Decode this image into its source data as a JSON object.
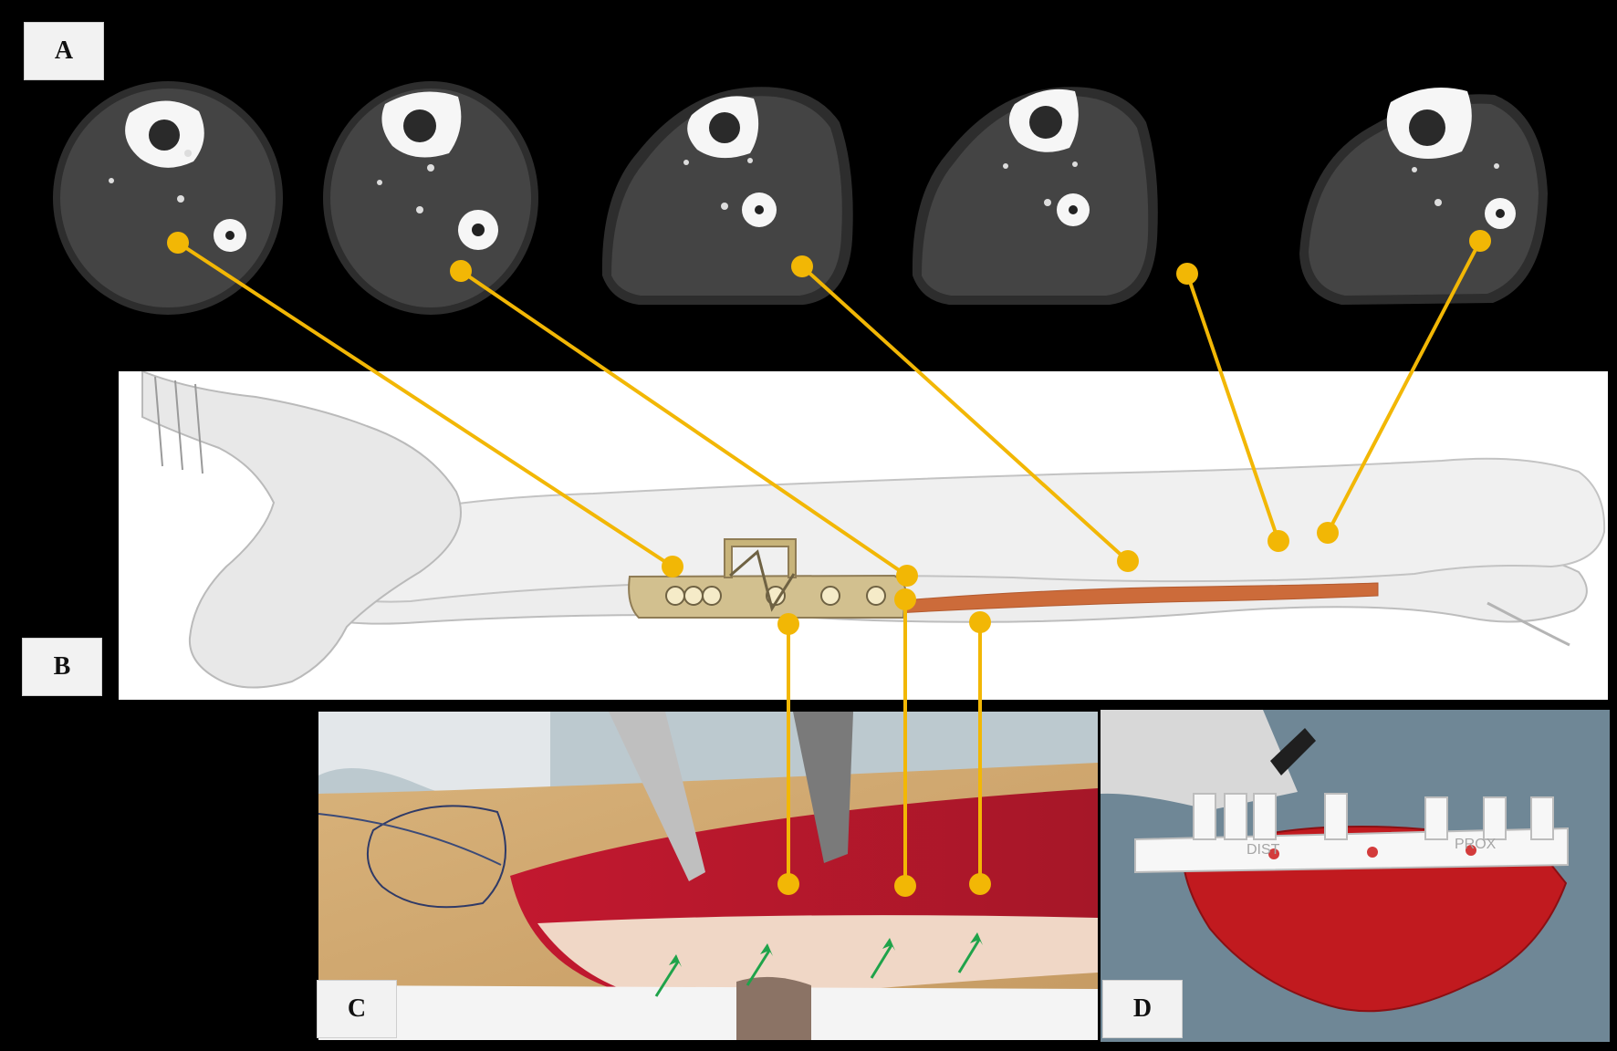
{
  "labels": {
    "a": "A",
    "b": "B",
    "c": "C",
    "d": "D"
  },
  "colors": {
    "connector": "#f2b705",
    "arrow": "#1fa34a",
    "bone": "#e9e9e9",
    "plate": "#d2c08f",
    "graft": "#cc6b3a",
    "flesh": "#bf1e2d"
  },
  "guide_text": {
    "left": "DIST",
    "right": "PROX"
  }
}
